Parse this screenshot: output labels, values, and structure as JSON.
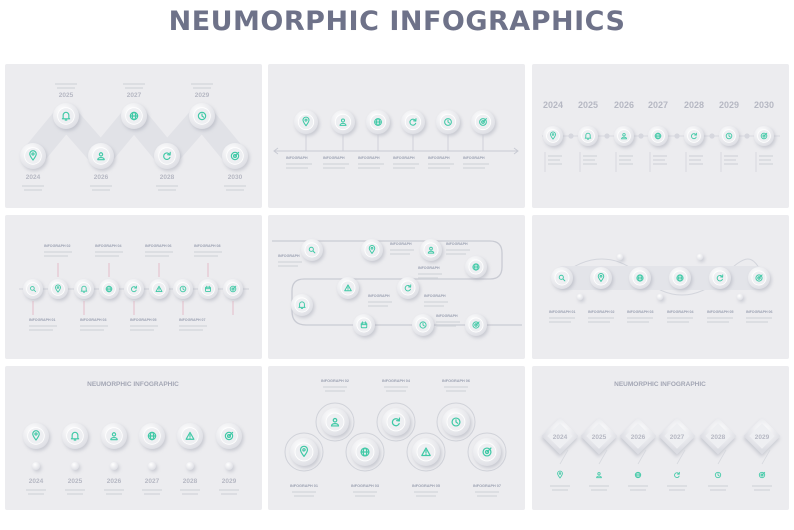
{
  "page": {
    "title": "NEUMORPHIC INFOGRAPHICS"
  },
  "colors": {
    "background": "#ffffff",
    "slide_bg": "#ececef",
    "accent": "#3fc9a6",
    "title": "#6e7289",
    "year_text": "#b6b8c3"
  },
  "icons": [
    "location-icon",
    "bell-icon",
    "user-icon",
    "globe-icon",
    "refresh-icon",
    "clock-icon",
    "target-icon",
    "search-icon",
    "warning-icon",
    "calendar-icon"
  ],
  "slides": {
    "s1": {
      "years": [
        "2025",
        "2027",
        "2029",
        "2024",
        "2026",
        "2028",
        "2030"
      ]
    },
    "s2": {
      "labels": [
        "INFOGRAPH",
        "INFOGRAPH",
        "INFOGRAPH",
        "INFOGRAPH",
        "INFOGRAPH",
        "INFOGRAPH"
      ]
    },
    "s3": {
      "years": [
        "2024",
        "2025",
        "2026",
        "2027",
        "2028",
        "2029",
        "2030"
      ]
    },
    "s4": {
      "top_labels": [
        "INFOGRAPH 02",
        "INFOGRAPH 04",
        "INFOGRAPH 06",
        "INFOGRAPH 08"
      ],
      "bottom_labels": [
        "INFOGRAPH 01",
        "INFOGRAPH 03",
        "INFOGRAPH 05",
        "INFOGRAPH 07"
      ]
    },
    "s5": {
      "labels": [
        "INFOGRAPH",
        "INFOGRAPH",
        "INFOGRAPH",
        "INFOGRAPH",
        "INFOGRAPH",
        "INFOGRAPH",
        "INFOGRAPH"
      ]
    },
    "s6": {
      "labels": [
        "INFOGRAPH 01",
        "INFOGRAPH 02",
        "INFOGRAPH 03",
        "INFOGRAPH 04",
        "INFOGRAPH 05",
        "INFOGRAPH 06"
      ]
    },
    "s7": {
      "title": "NEUMORPHIC INFOGRAPHIC",
      "years": [
        "2024",
        "2025",
        "2026",
        "2027",
        "2028",
        "2029"
      ]
    },
    "s8": {
      "top_labels": [
        "INFOGRAPH 02",
        "INFOGRAPH 04",
        "INFOGRAPH 06"
      ],
      "bottom_labels": [
        "INFOGRAPH 01",
        "INFOGRAPH 03",
        "INFOGRAPH 05",
        "INFOGRAPH 07"
      ]
    },
    "s9": {
      "title": "NEUMORPHIC INFOGRAPHIC",
      "years": [
        "2024",
        "2025",
        "2026",
        "2027",
        "2028",
        "2029"
      ]
    }
  }
}
